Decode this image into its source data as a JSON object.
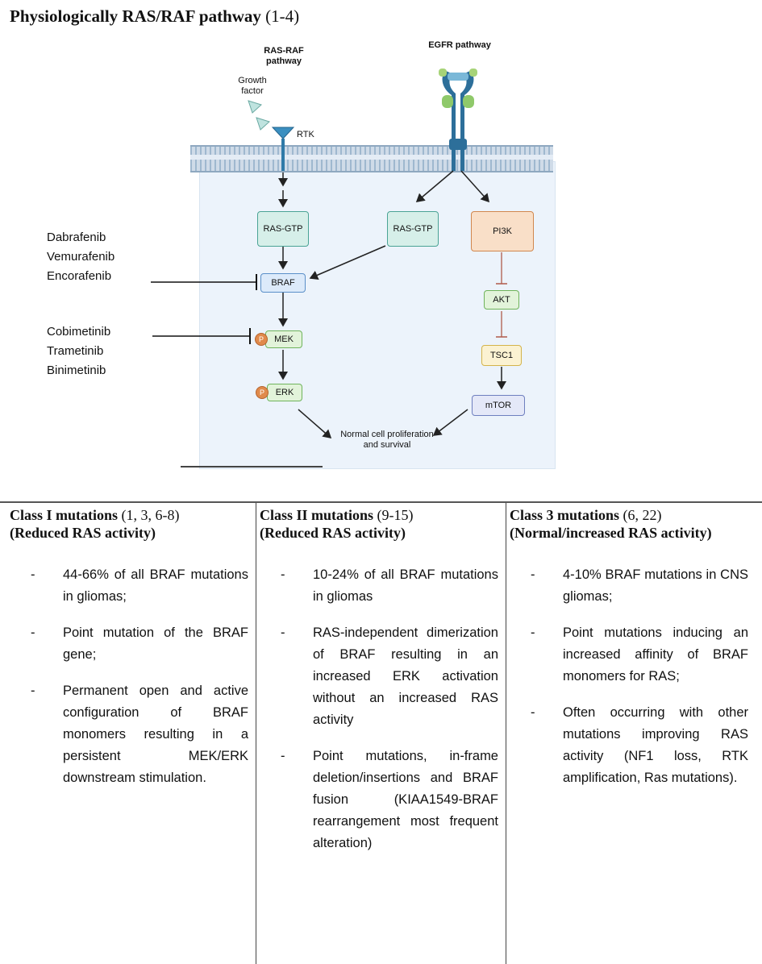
{
  "title": {
    "main": "Physiologically RAS/RAF pathway",
    "refs": "(1-4)"
  },
  "diagram": {
    "ras_raf_label": "RAS-RAF pathway",
    "egfr_label": "EGFR pathway",
    "growth_factor": "Growth factor",
    "rtk": "RTK",
    "ras_gtp_left": "RAS-GTP",
    "ras_gtp_right": "RAS-GTP",
    "pi3k": "PI3K",
    "braf": "BRAF",
    "mek": "MEK",
    "erk": "ERK",
    "akt": "AKT",
    "tsc1": "TSC1",
    "mtor": "mTOR",
    "p": "P",
    "outcome": "Normal cell proliferation and survival",
    "braf_inhibitors": [
      "Dabrafenib",
      "Vemurafenib",
      "Encorafenib"
    ],
    "mek_inhibitors": [
      "Cobimetinib",
      "Trametinib",
      "Binimetinib"
    ],
    "colors": {
      "ras": "#d6efe9",
      "braf": "#dceafa",
      "pi3k": "#f9dfc8",
      "akt": "#e2f3da",
      "tsc1": "#fbf2d2",
      "mtor": "#e4e8f8",
      "phospho": "#e08a4b"
    }
  },
  "classes": [
    {
      "heading": "Class I mutations",
      "refs": "(1, 3, 6-8)",
      "sub": "(Reduced RAS activity)",
      "items": [
        "44-66% of all BRAF mutations in gliomas;",
        "Point mutation of the BRAF gene;",
        "Permanent open and active configuration of BRAF monomers resulting in a persistent MEK/ERK downstream stimulation."
      ]
    },
    {
      "heading": "Class II mutations",
      "refs": "(9-15)",
      "sub": "(Reduced RAS activity)",
      "items": [
        "10-24% of all BRAF mutations in gliomas",
        "RAS-independent dimerization of BRAF resulting in an increased ERK activation without an increased RAS activity",
        "Point mutations, in-frame deletion/insertions and BRAF fusion (KIAA1549-BRAF rearrangement most frequent alteration)"
      ]
    },
    {
      "heading": "Class 3 mutations",
      "refs": "(6, 22)",
      "sub": "(Normal/increased RAS activity)",
      "items": [
        "4-10% BRAF mutations in CNS gliomas;",
        "Point mutations inducing an increased affinity of BRAF monomers for RAS;",
        "Often occurring with other mutations improving RAS activity (NF1 loss, RTK amplification, Ras mutations)."
      ]
    }
  ]
}
